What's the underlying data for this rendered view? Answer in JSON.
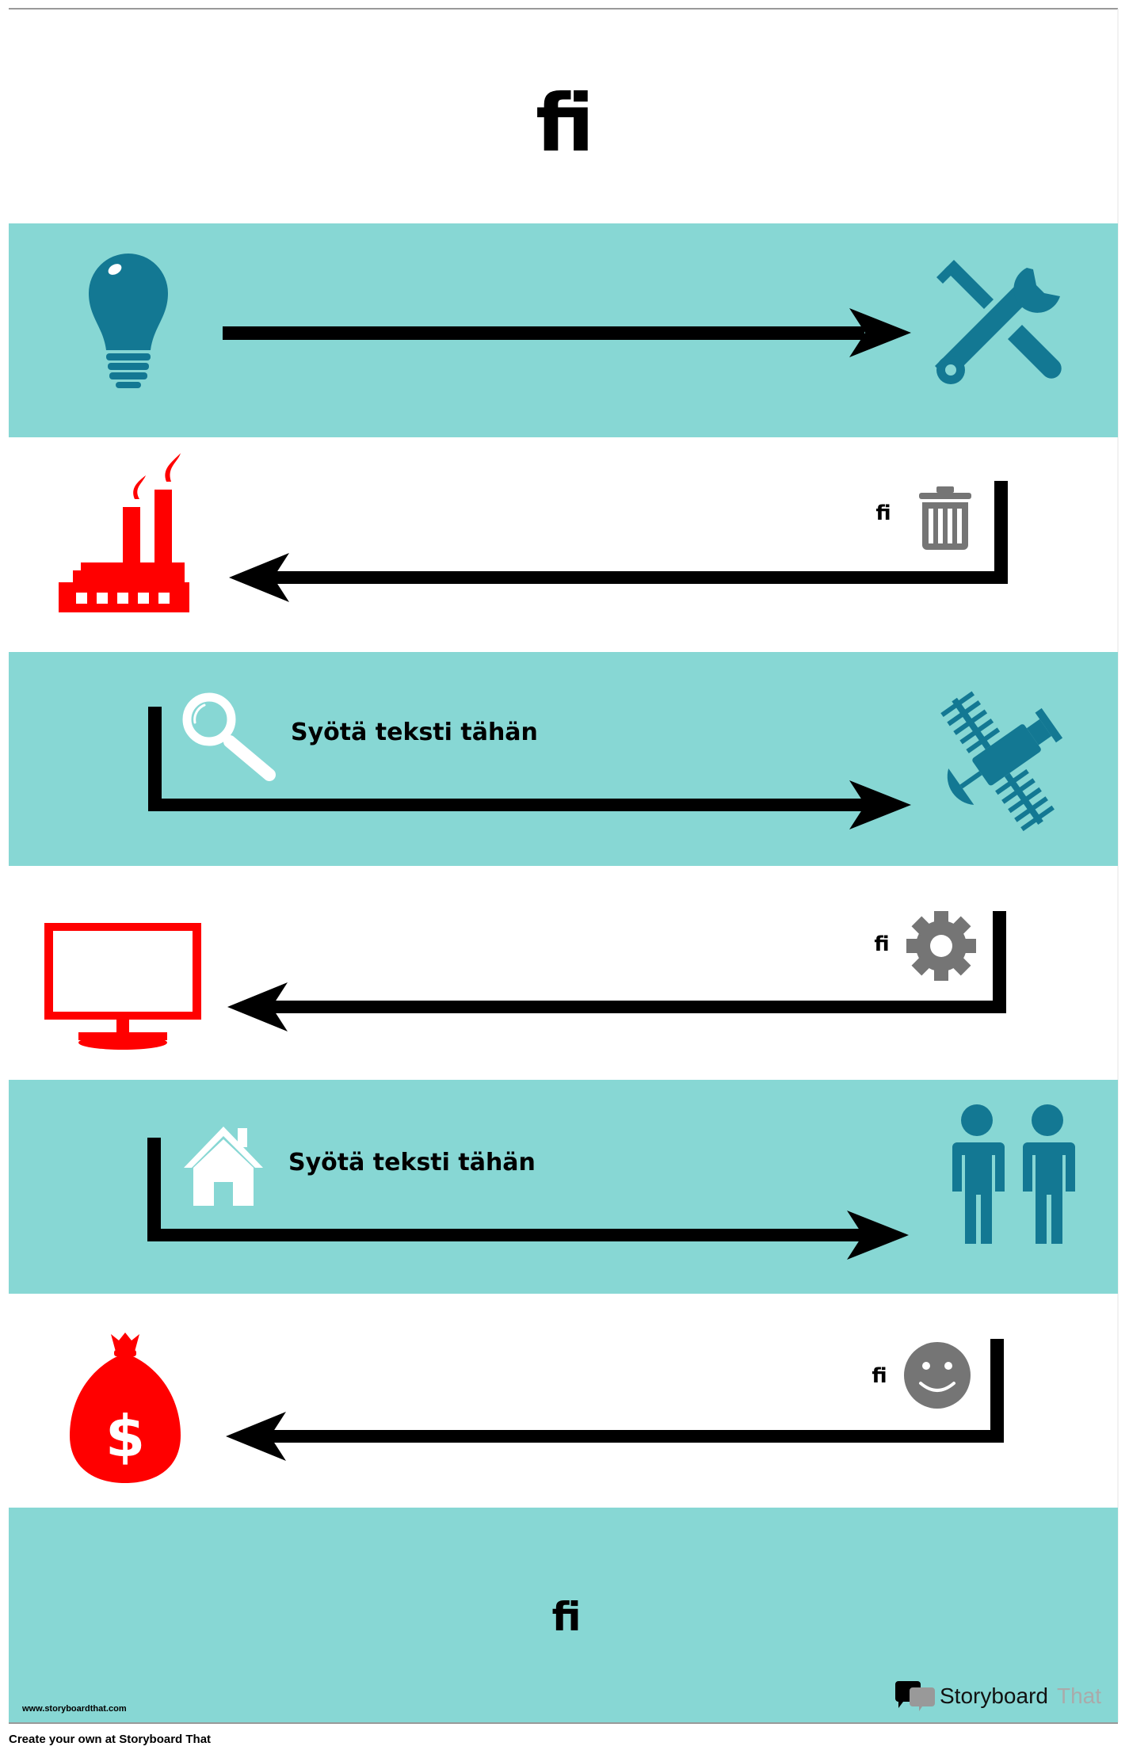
{
  "title": "fi",
  "colors": {
    "band": "#87d7d4",
    "icon_blue": "#137893",
    "icon_red": "#ff0000",
    "icon_gray": "#757575",
    "arrow": "#000000"
  },
  "rows": [
    {
      "left_icon": "lightbulb-icon",
      "right_icon": "tools-icon",
      "direction": "right"
    },
    {
      "left_icon": "factory-icon",
      "right_icon": "trash-icon",
      "label": "fi",
      "direction": "left"
    },
    {
      "left_icon": "magnifier-icon",
      "right_icon": "satellite-icon",
      "label": "Syötä teksti tähän",
      "direction": "right"
    },
    {
      "left_icon": "monitor-icon",
      "right_icon": "gear-icon",
      "label": "fi",
      "direction": "left"
    },
    {
      "left_icon": "house-icon",
      "right_icon": "people-icon",
      "label": "Syötä teksti tähän",
      "direction": "right"
    },
    {
      "left_icon": "money-bag-icon",
      "right_icon": "smiley-icon",
      "label": "fi",
      "direction": "left"
    }
  ],
  "footer": {
    "text": "fi",
    "url": "www.storyboardthat.com",
    "logo_a": "Storyboard",
    "logo_b": "That",
    "create": "Create your own at Storyboard That"
  }
}
